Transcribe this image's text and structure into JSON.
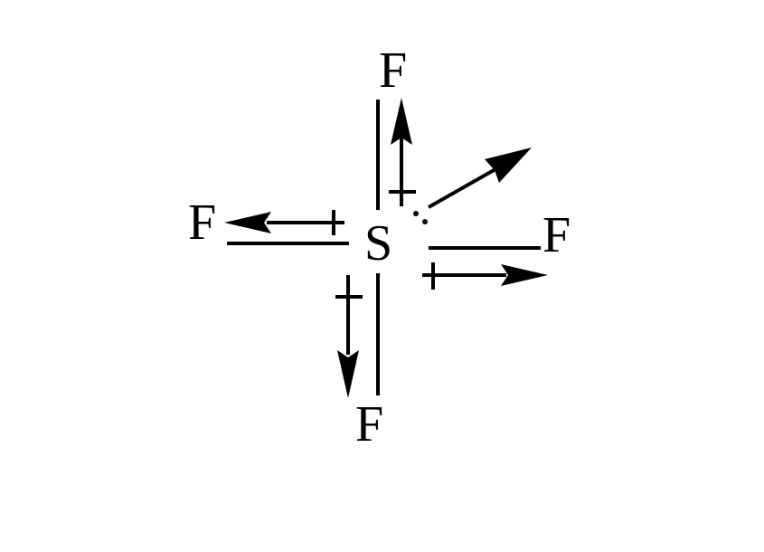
{
  "molecule": {
    "central_atom": "S",
    "ligands": {
      "top": "F",
      "left": "F",
      "right": "F",
      "bottom": "F"
    }
  },
  "colors": {
    "ink": "#000000",
    "background": "#ffffff"
  }
}
